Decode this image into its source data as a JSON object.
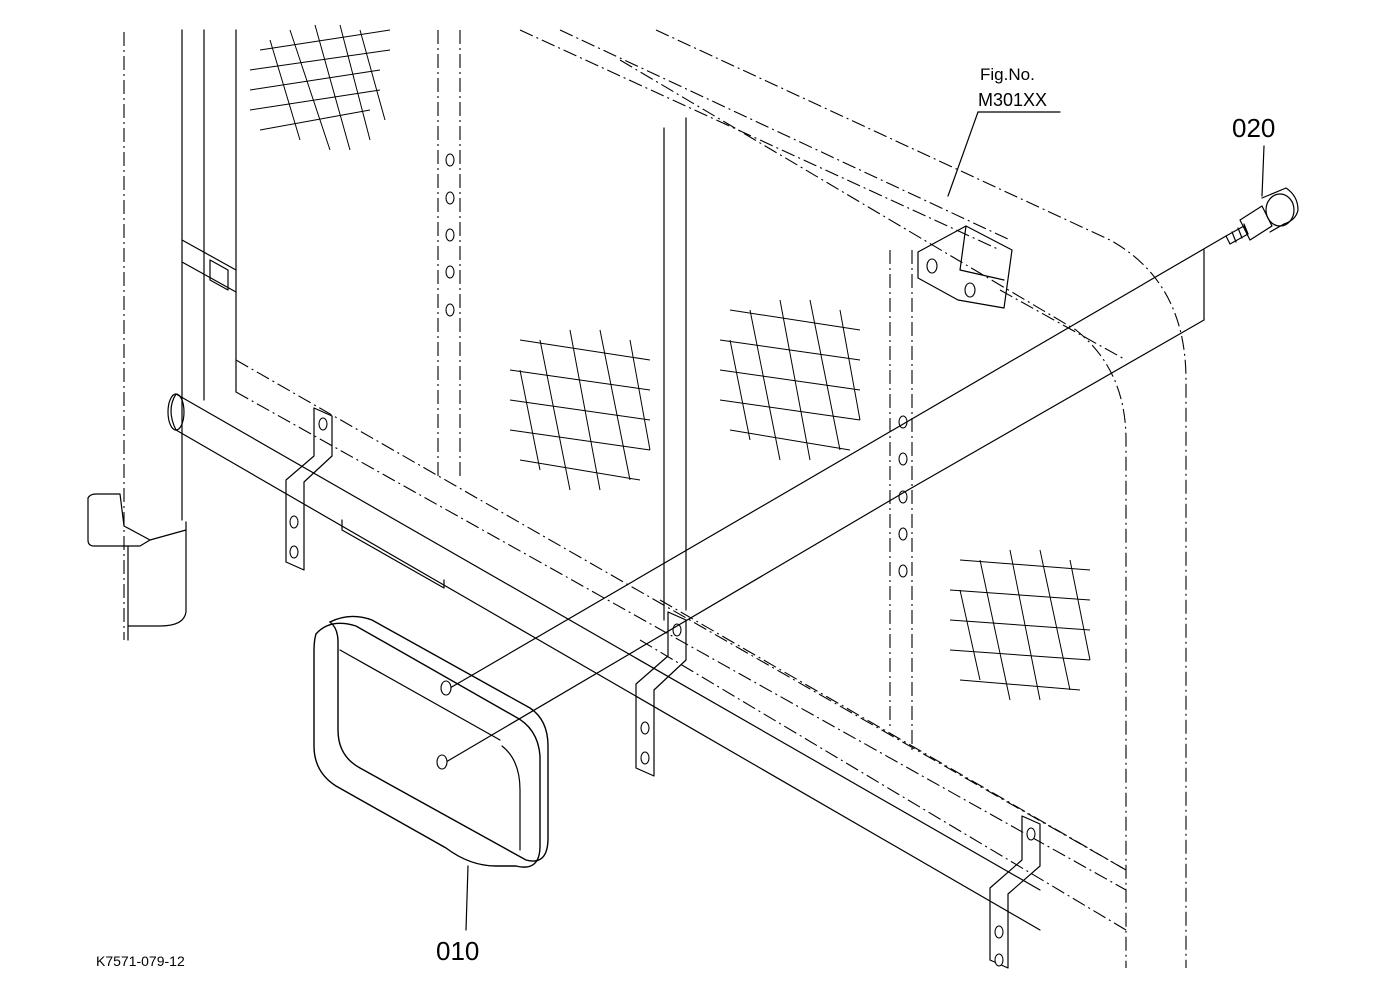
{
  "figure": {
    "fig_no_label": "Fig.No.",
    "fig_no_value": "M301XX",
    "drawing_code": "K7571-079-12"
  },
  "callouts": [
    {
      "id": "010",
      "label": "010",
      "part": "lamp"
    },
    {
      "id": "020",
      "label": "020",
      "part": "bolt"
    }
  ],
  "colors": {
    "line": "#000000",
    "background": "#ffffff"
  }
}
